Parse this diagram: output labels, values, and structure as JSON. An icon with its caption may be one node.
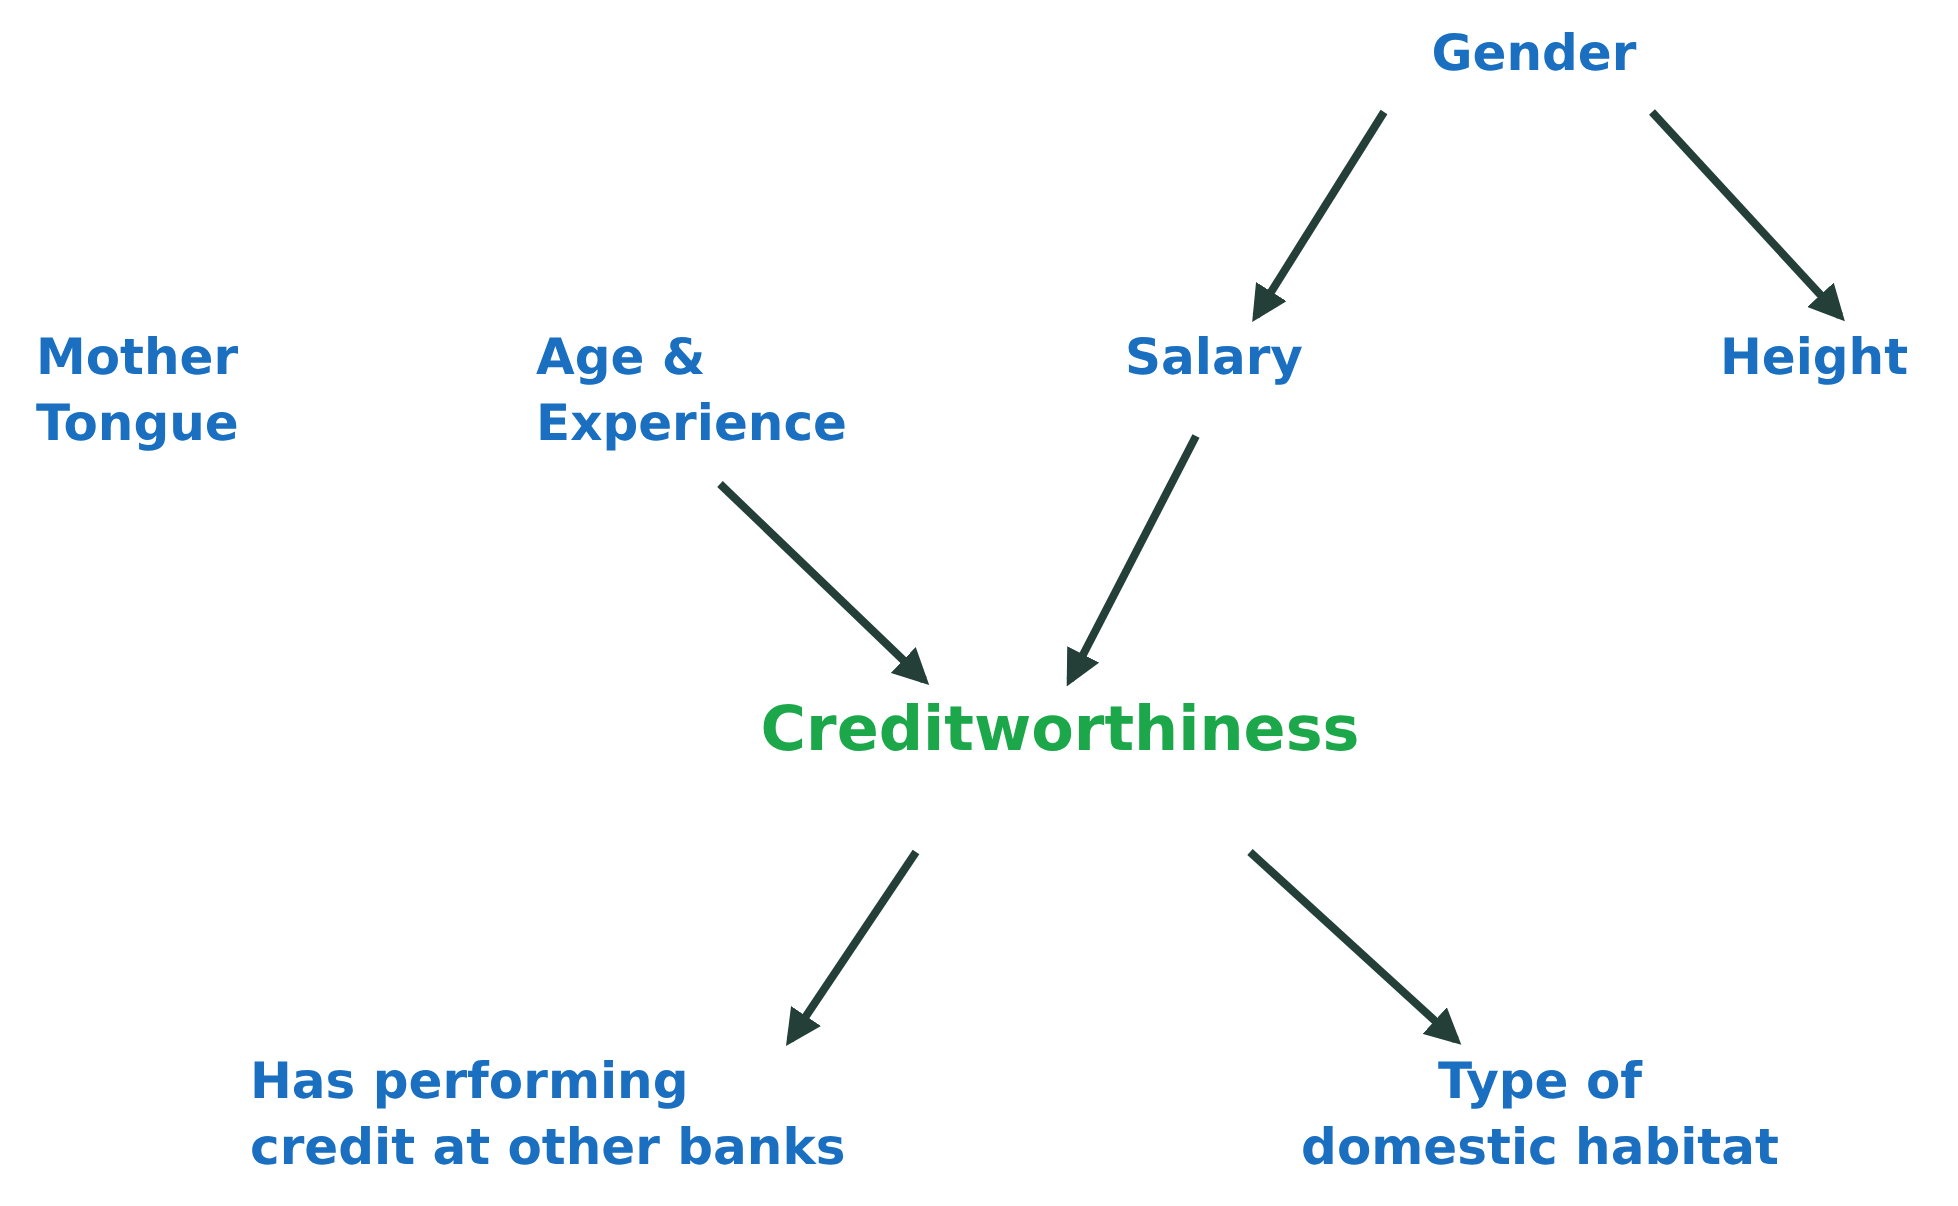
{
  "diagram": {
    "nodes": [
      {
        "text": [
          "Gender"
        ]
      },
      {
        "text": [
          "Mother Tongue"
        ]
      },
      {
        "text": [
          "Age & Experience"
        ]
      },
      {
        "text": [
          "Salary"
        ]
      },
      {
        "text": [
          "Height"
        ]
      },
      {
        "text": [
          "Creditworthiness"
        ]
      },
      {
        "text": [
          "Has performing credit at other banks"
        ]
      },
      {
        "text": [
          "Type of domestic habitat"
        ]
      }
    ],
    "edges": [
      {
        "from": 0,
        "to": 3,
        "arrow": "to"
      },
      {
        "from": 0,
        "to": 4,
        "arrow": "to"
      },
      {
        "from": 2,
        "to": 5,
        "arrow": "to"
      },
      {
        "from": 3,
        "to": 5,
        "arrow": "to"
      },
      {
        "from": 5,
        "to": 6,
        "arrow": "to"
      },
      {
        "from": 5,
        "to": 7,
        "arrow": "to"
      }
    ]
  }
}
